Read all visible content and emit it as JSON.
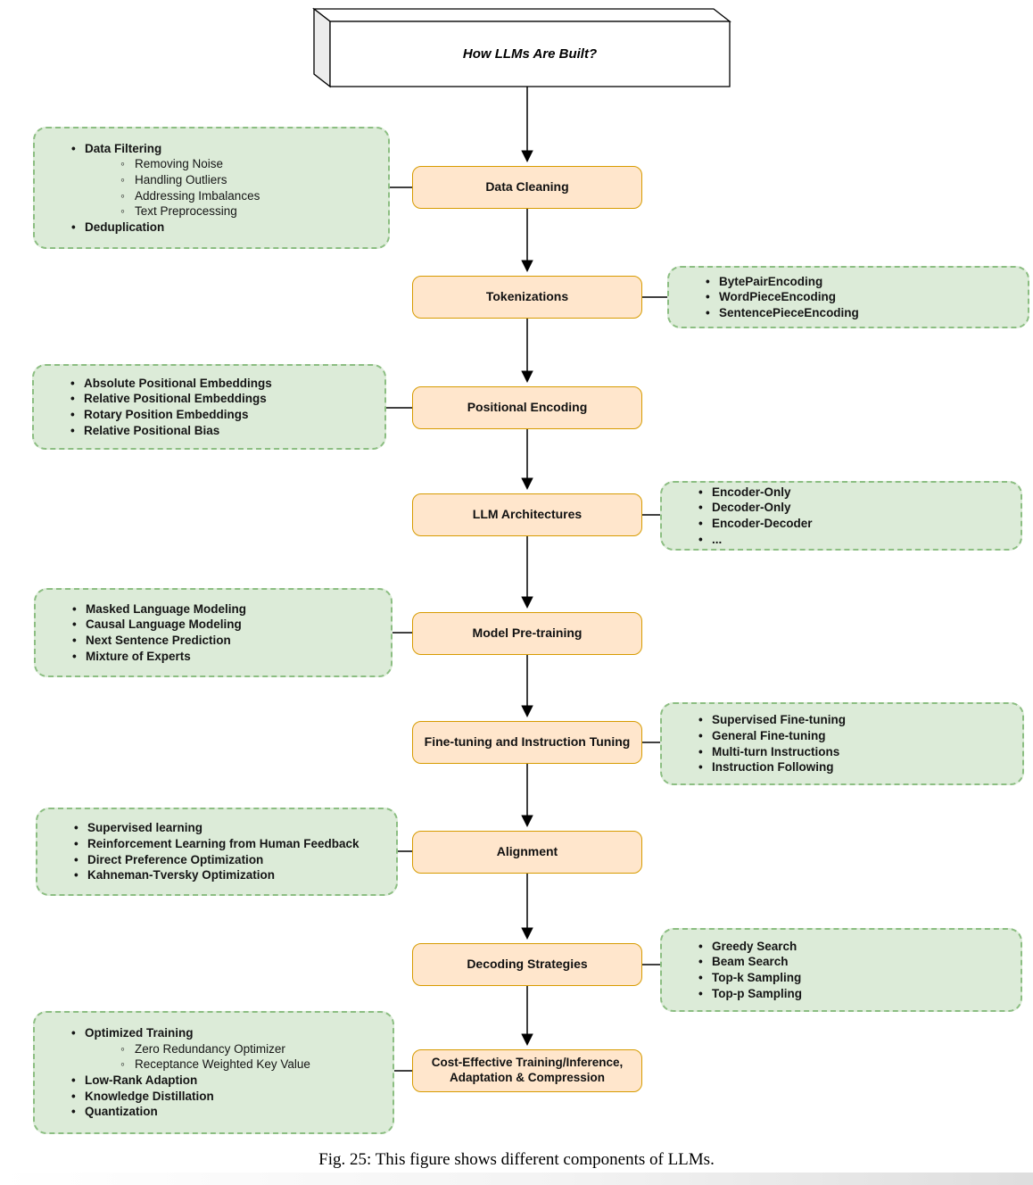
{
  "title": {
    "text": "How LLMs Are Built?"
  },
  "caption": "Fig. 25: This figure shows different components of LLMs.",
  "colors": {
    "node_fill": "#FFE6CC",
    "node_border": "#D79B00",
    "note_fill": "#DCEBD8",
    "note_border": "#8CBE82"
  },
  "nodes": [
    {
      "label": "Data Cleaning"
    },
    {
      "label": "Tokenizations"
    },
    {
      "label": "Positional Encoding"
    },
    {
      "label": "LLM Architectures"
    },
    {
      "label": "Model Pre-training"
    },
    {
      "label": "Fine-tuning and Instruction Tuning"
    },
    {
      "label": "Alignment"
    },
    {
      "label": "Decoding Strategies"
    },
    {
      "label": "Cost-Effective Training/Inference, Adaptation & Compression"
    }
  ],
  "notes": [
    {
      "side": "left",
      "items": [
        {
          "text": "Data Filtering",
          "bold": true,
          "sub": [
            "Removing Noise",
            "Handling Outliers",
            "Addressing Imbalances",
            "Text Preprocessing"
          ]
        },
        {
          "text": "Deduplication",
          "bold": true
        }
      ]
    },
    {
      "side": "right",
      "items": [
        {
          "text": "BytePairEncoding",
          "bold": true
        },
        {
          "text": "WordPieceEncoding",
          "bold": true
        },
        {
          "text": "SentencePieceEncoding",
          "bold": true
        }
      ]
    },
    {
      "side": "left",
      "items": [
        {
          "text": "Absolute Positional Embeddings",
          "bold": true
        },
        {
          "text": "Relative Positional Embeddings",
          "bold": true
        },
        {
          "text": "Rotary Position Embeddings",
          "bold": true
        },
        {
          "text": "Relative Positional Bias",
          "bold": true
        }
      ]
    },
    {
      "side": "right",
      "items": [
        {
          "text": "Encoder-Only",
          "bold": true
        },
        {
          "text": "Decoder-Only",
          "bold": true
        },
        {
          "text": "Encoder-Decoder",
          "bold": true
        },
        {
          "text": "...",
          "bold": true
        }
      ]
    },
    {
      "side": "left",
      "items": [
        {
          "text": "Masked Language Modeling",
          "bold": true
        },
        {
          "text": "Causal Language Modeling",
          "bold": true
        },
        {
          "text": "Next Sentence Prediction",
          "bold": true
        },
        {
          "text": "Mixture of Experts",
          "bold": true
        }
      ]
    },
    {
      "side": "right",
      "items": [
        {
          "text": "Supervised Fine-tuning",
          "bold": true
        },
        {
          "text": "General Fine-tuning",
          "bold": true
        },
        {
          "text": "Multi-turn Instructions",
          "bold": true
        },
        {
          "text": "Instruction Following",
          "bold": true
        }
      ]
    },
    {
      "side": "left",
      "items": [
        {
          "text": "Supervised learning",
          "bold": true
        },
        {
          "text": "Reinforcement Learning from Human Feedback",
          "bold": true
        },
        {
          "text": "Direct Preference Optimization",
          "bold": true
        },
        {
          "text": "Kahneman-Tversky Optimization",
          "bold": true
        }
      ]
    },
    {
      "side": "right",
      "items": [
        {
          "text": "Greedy Search",
          "bold": true
        },
        {
          "text": "Beam Search",
          "bold": true
        },
        {
          "text": "Top-k Sampling",
          "bold": true
        },
        {
          "text": "Top-p Sampling",
          "bold": true
        }
      ]
    },
    {
      "side": "left",
      "items": [
        {
          "text": "Optimized Training",
          "bold": true,
          "sub": [
            "Zero Redundancy Optimizer",
            "Receptance Weighted Key Value"
          ]
        },
        {
          "text": "Low-Rank Adaption",
          "bold": true
        },
        {
          "text": "Knowledge Distillation",
          "bold": true
        },
        {
          "text": "Quantization",
          "bold": true
        }
      ]
    }
  ]
}
